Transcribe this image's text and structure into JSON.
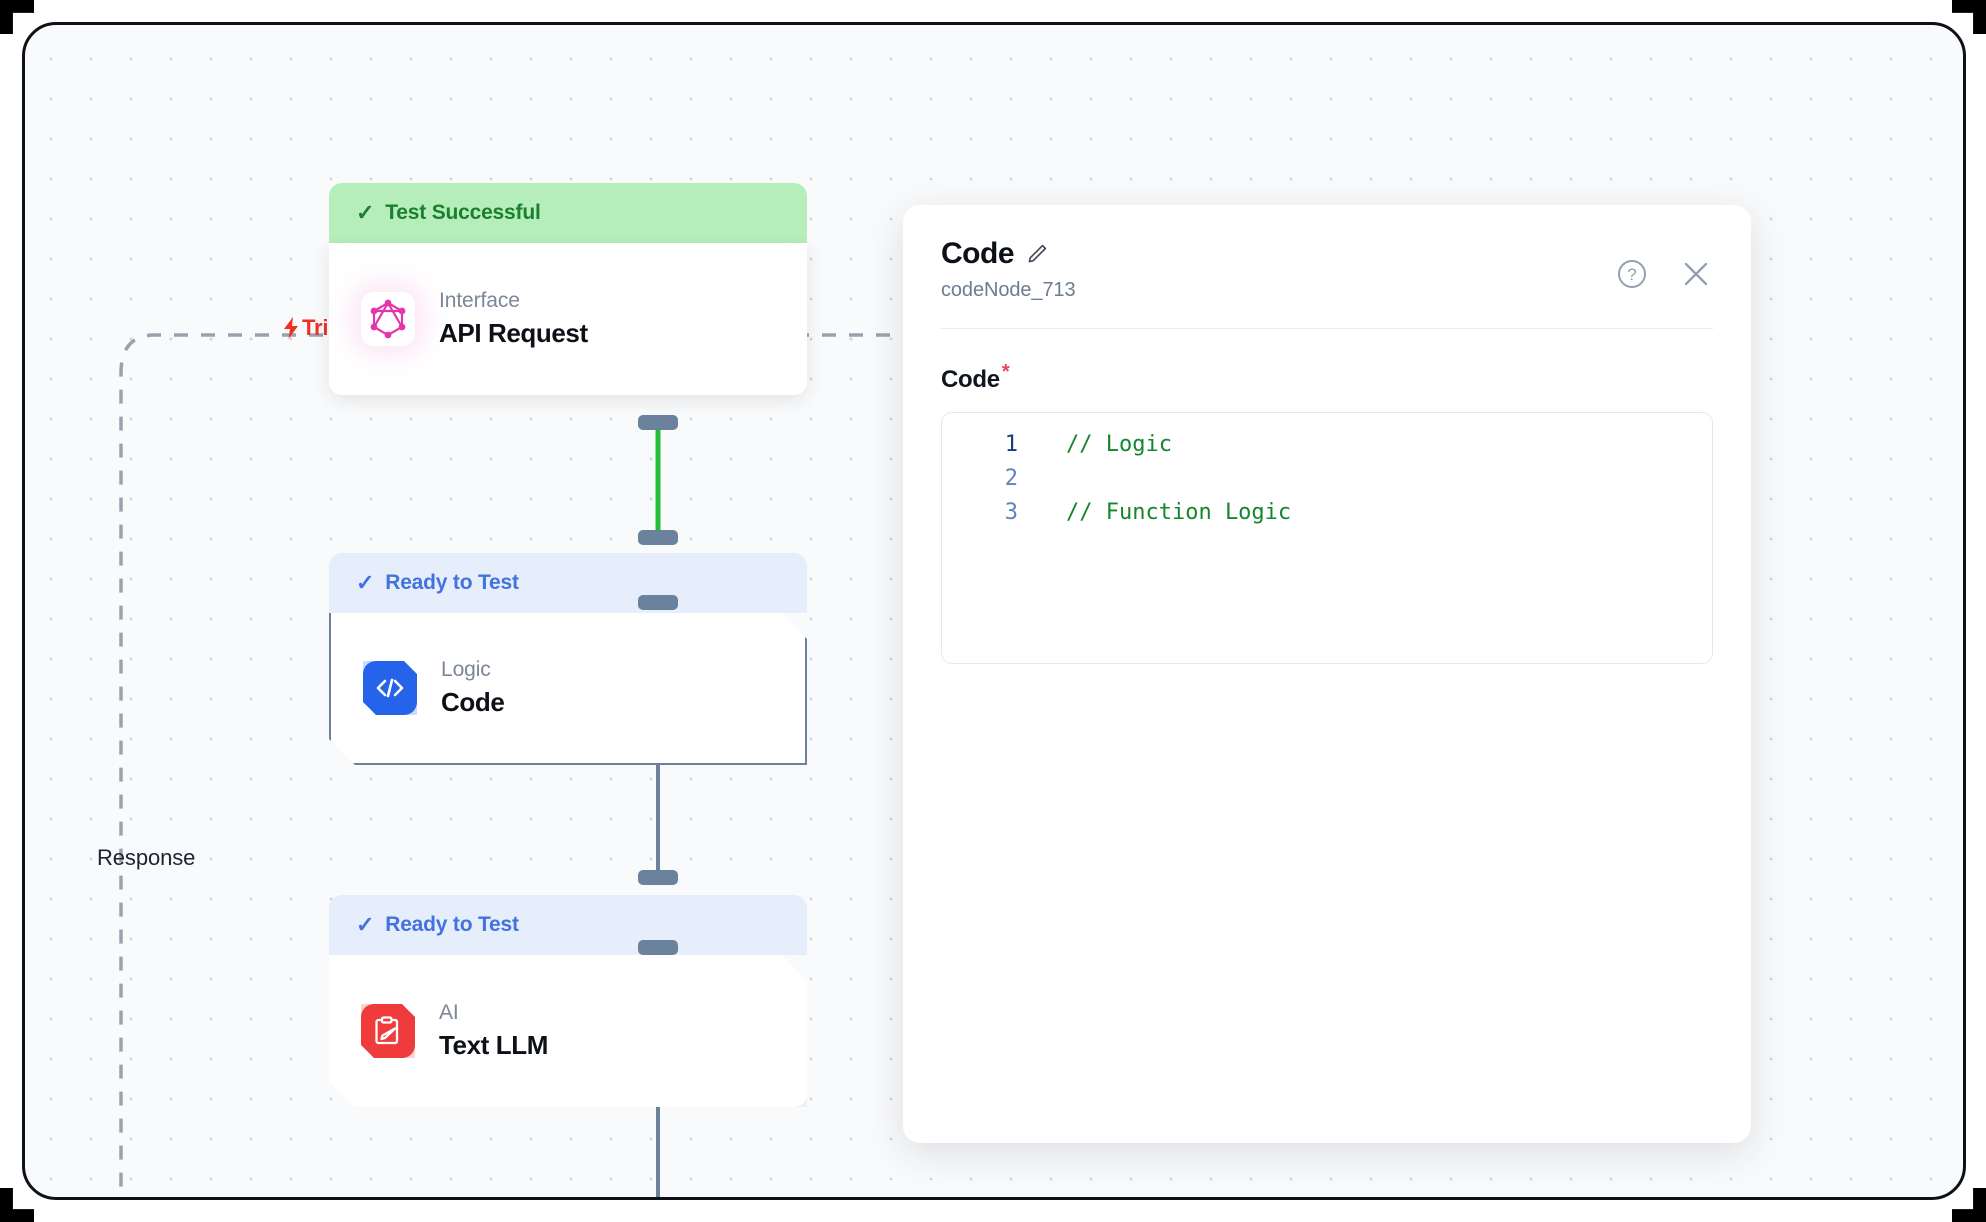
{
  "canvas": {
    "trigger_label": "Trigger",
    "trigger_icon": "lightning-bolt-icon",
    "response_label": "Response",
    "background": "#f9fafb",
    "dot_color": "#c9ced6"
  },
  "nodes": [
    {
      "id": "api-request",
      "status": "Test Successful",
      "status_type": "success",
      "status_color": "#1a7f2e",
      "status_bg": "#b6eebb",
      "kind": "Interface",
      "title": "API Request",
      "icon": "graphql-icon",
      "icon_color": "#e535ab",
      "selected": false
    },
    {
      "id": "code",
      "status": "Ready to Test",
      "status_type": "ready",
      "status_color": "#4273df",
      "status_bg": "#e6edfb",
      "kind": "Logic",
      "title": "Code",
      "icon": "code-brackets-icon",
      "icon_color": "#2563eb",
      "selected": true
    },
    {
      "id": "text-llm",
      "status": "Ready to Test",
      "status_type": "ready",
      "status_color": "#4273df",
      "status_bg": "#e6edfb",
      "kind": "AI",
      "title": "Text LLM",
      "icon": "clipboard-pencil-icon",
      "icon_color": "#ef3b3b",
      "selected": false
    }
  ],
  "edges": [
    {
      "from": "api-request",
      "to": "code",
      "color": "#22c03a",
      "state": "active"
    },
    {
      "from": "code",
      "to": "text-llm",
      "color": "#6b829c",
      "state": "default"
    },
    {
      "from": "text-llm",
      "to": "next",
      "color": "#6b829c",
      "state": "default"
    }
  ],
  "panel": {
    "title": "Code",
    "edit_icon": "pencil-icon",
    "subtitle": "codeNode_713",
    "help_icon": "help-circle-icon",
    "close_icon": "close-icon",
    "field": {
      "label": "Code",
      "required_marker": "*",
      "required_color": "#e0485e"
    },
    "code_editor": {
      "language": "javascript",
      "active_line": 1,
      "lines": [
        {
          "n": "1",
          "text": "// Logic"
        },
        {
          "n": "2",
          "text": ""
        },
        {
          "n": "3",
          "text": "// Function Logic"
        }
      ],
      "comment_color": "#16862d",
      "linenum_color": "#5b86b8",
      "active_linenum_color": "#1a3a82"
    }
  }
}
